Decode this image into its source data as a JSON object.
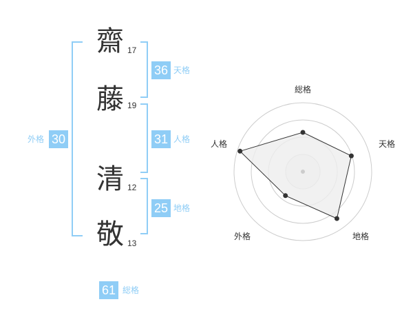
{
  "colors": {
    "accent": "#8fcdf6",
    "text": "#333333",
    "grid": "#cccccc",
    "fill": "#eeeeee"
  },
  "name": [
    {
      "char": "齋",
      "strokes": "17"
    },
    {
      "char": "藤",
      "strokes": "19"
    },
    {
      "char": "清",
      "strokes": "12"
    },
    {
      "char": "敬",
      "strokes": "13"
    }
  ],
  "fortunes": {
    "tenkaku": {
      "value": "36",
      "label": "天格"
    },
    "jinkaku": {
      "value": "31",
      "label": "人格"
    },
    "chikaku": {
      "value": "25",
      "label": "地格"
    },
    "gaikaku": {
      "value": "30",
      "label": "外格"
    },
    "soukaku": {
      "value": "61",
      "label": "総格"
    }
  },
  "chart_data": {
    "type": "radar",
    "axes": [
      "総格",
      "天格",
      "地格",
      "外格",
      "人格"
    ],
    "values": [
      0.57,
      0.74,
      0.84,
      0.43,
      0.96
    ],
    "scale": [
      0,
      1
    ],
    "rings": 4
  }
}
